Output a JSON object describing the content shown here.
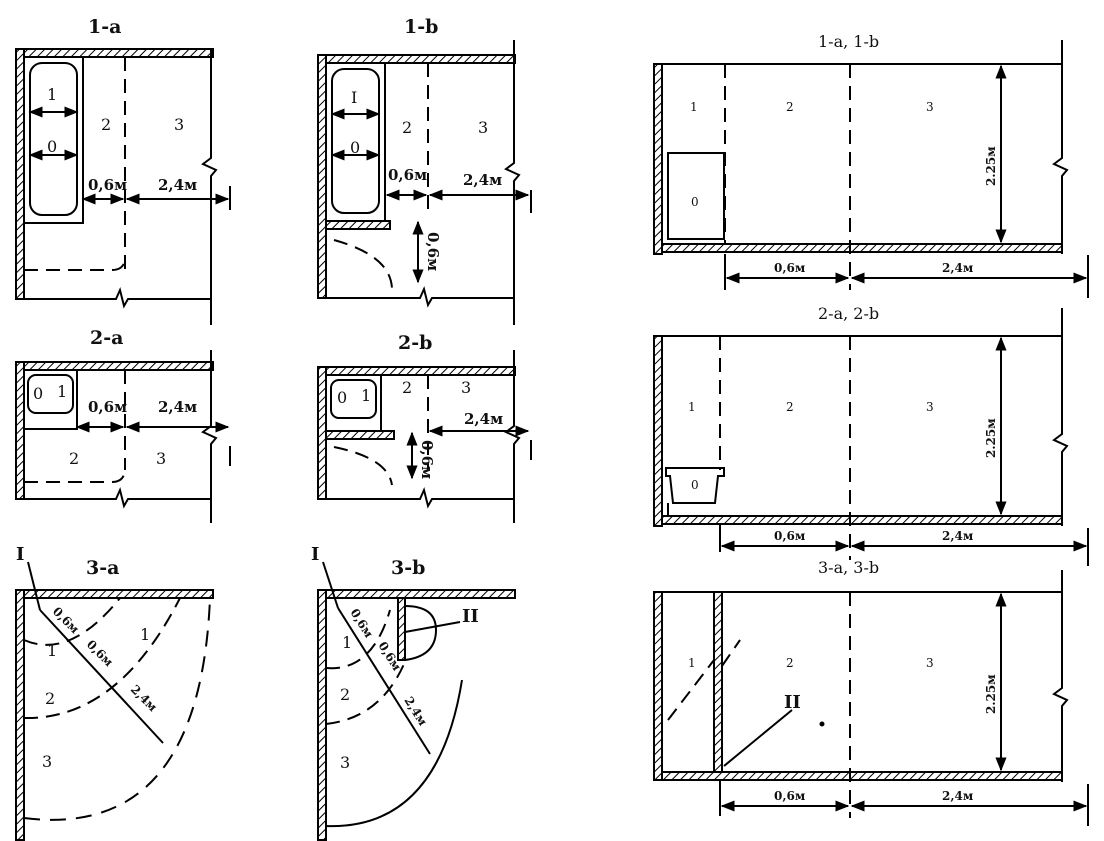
{
  "plans": {
    "p1a": {
      "title": "1-a",
      "zones": [
        "1",
        "0",
        "2",
        "3"
      ],
      "dims": [
        "0,6м",
        "2,4м"
      ]
    },
    "p1b": {
      "title": "1-b",
      "zones": [
        "I",
        "0",
        "2",
        "3"
      ],
      "dims": [
        "0,6м",
        "2,4м",
        "0,6м"
      ]
    },
    "p2a": {
      "title": "2-a",
      "zones": [
        "0",
        "1",
        "2",
        "3"
      ],
      "dims": [
        "0,6м",
        "2,4м"
      ]
    },
    "p2b": {
      "title": "2-b",
      "zones": [
        "0",
        "1",
        "2",
        "3"
      ],
      "dims": [
        "2,4м",
        "0,6м"
      ]
    },
    "p3a": {
      "title": "3-a",
      "marker": "I",
      "zones": [
        "1",
        "1",
        "2",
        "3"
      ],
      "dims": [
        "0,6м",
        "0,6м",
        "2,4м"
      ]
    },
    "p3b": {
      "title": "3-b",
      "markers": [
        "I",
        "II"
      ],
      "zones": [
        "1",
        "2",
        "3"
      ],
      "dims": [
        "0,6м",
        "0,6м",
        "2,4м"
      ]
    }
  },
  "sections": {
    "s1": {
      "title": "1-a, 1-b",
      "zones": [
        "1",
        "2",
        "3",
        "0"
      ],
      "height": "2.25м",
      "dims": [
        "0,6м",
        "2,4м"
      ]
    },
    "s2": {
      "title": "2-a, 2-b",
      "zones": [
        "1",
        "2",
        "3",
        "0"
      ],
      "height": "2.25м",
      "dims": [
        "0,6м",
        "2,4м"
      ]
    },
    "s3": {
      "title": "3-a, 3-b",
      "zones": [
        "1",
        "2",
        "3"
      ],
      "marker": "II",
      "height": "2.25м",
      "dims": [
        "0,6м",
        "2,4м"
      ]
    }
  }
}
